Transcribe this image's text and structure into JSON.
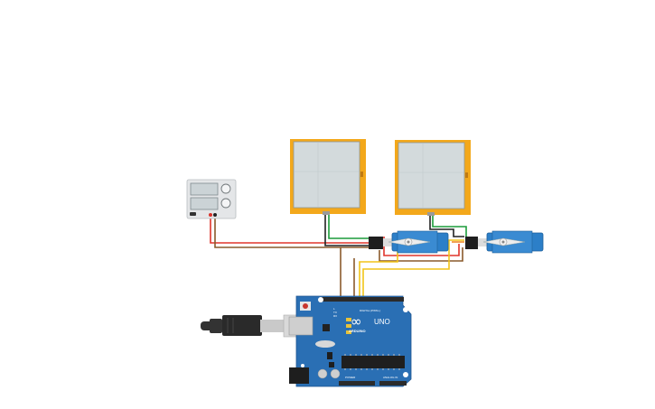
{
  "circuit": {
    "arduino": {
      "logo_text": "∞",
      "brand": "ARDUINO",
      "model": "UNO",
      "tx_label": "TX",
      "rx_label": "RX",
      "l_label": "L",
      "digital_label": "DIGITAL (PWM~)",
      "power_label": "POWER",
      "analog_label": "ANALOG IN"
    },
    "power_supply": {},
    "force_sensors": [
      {},
      {}
    ],
    "servos": [
      {},
      {}
    ],
    "wire_colors": {
      "red": "#e0352b",
      "black": "#222222",
      "green": "#1c9c3a",
      "yellow": "#f2c418",
      "brown": "#8a5a2b",
      "orange": "#ef8b2c"
    },
    "component_colors": {
      "sensor_frame": "#f3a81b",
      "sensor_pad": "#d3dadc",
      "servo_body": "#2c7fc8",
      "arduino_board": "#2a6fb4",
      "power_supply_body": "#e4e6e8"
    }
  }
}
